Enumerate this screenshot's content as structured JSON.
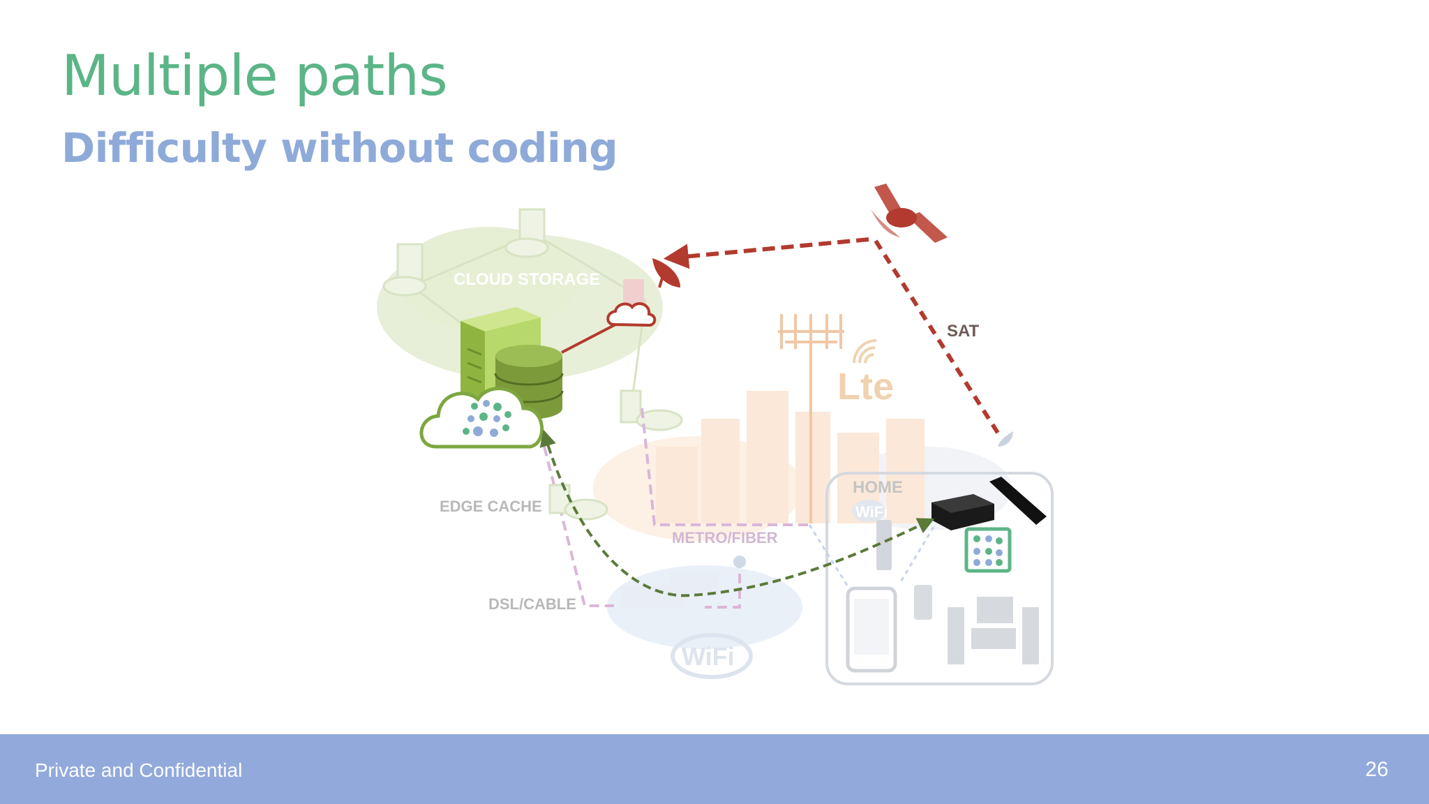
{
  "slide": {
    "title": "Multiple paths",
    "subtitle": "Difficulty without coding"
  },
  "diagram": {
    "labels": {
      "cloud_storage": "CLOUD STORAGE",
      "sat": "SAT",
      "lte": "Lte",
      "home": "HOME",
      "home_wifi": "WiFi",
      "edge_cache": "EDGE CACHE",
      "metro_fiber": "METRO/FIBER",
      "dsl_cable": "DSL/CABLE",
      "wifi": "WiFi"
    },
    "colors": {
      "sat_path": "#b23a2e",
      "coded_path": "#5a7a3a",
      "server_green": "#9cc24a",
      "faded_label": "#b8b8b8"
    }
  },
  "footer": {
    "left_text": "Private and Confidential",
    "page_number": "26"
  }
}
